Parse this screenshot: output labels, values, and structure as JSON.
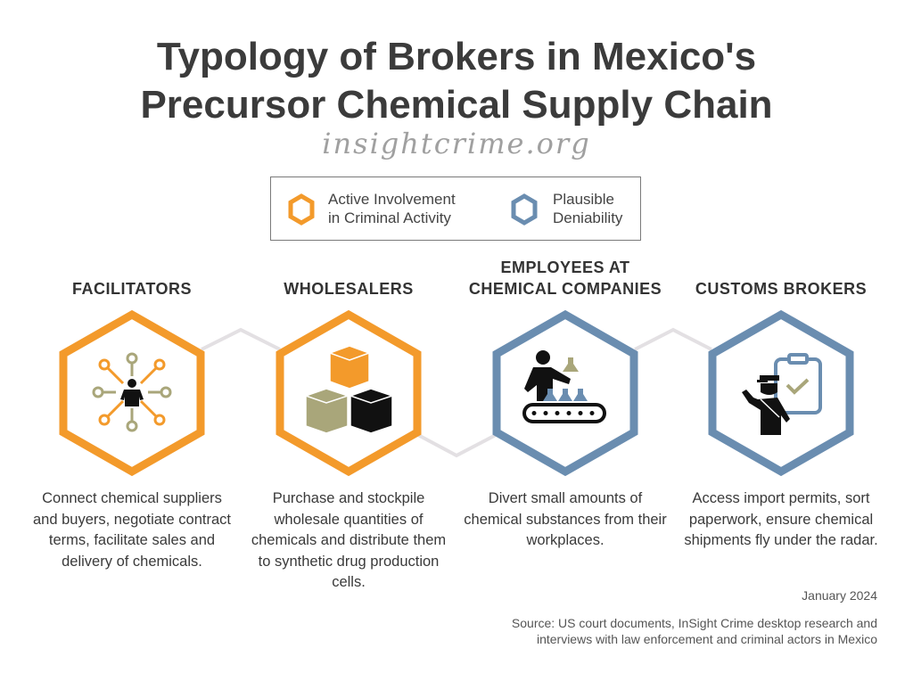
{
  "title_line1": "Typology of Brokers in Mexico's",
  "title_line2": "Precursor Chemical Supply Chain",
  "site": "insightcrime.org",
  "colors": {
    "active": "#F39A2B",
    "plausible": "#6A8DB0",
    "olive": "#A9A67A",
    "connector": "#E3E0E3"
  },
  "legend": {
    "active": {
      "line1": "Active Involvement",
      "line2": "in Criminal Activity"
    },
    "plausible": {
      "line1": "Plausible",
      "line2": "Deniability"
    }
  },
  "brokers": [
    {
      "heading": "FACILITATORS",
      "category": "active",
      "icon": "network-person-icon",
      "description": "Connect chemical suppliers and buyers, negotiate contract terms, facilitate sales and delivery of chemicals."
    },
    {
      "heading": "WHOLESALERS",
      "category": "active",
      "icon": "boxes-icon",
      "description": "Purchase and stockpile wholesale quantities of chemicals and distribute them to synthetic drug production cells."
    },
    {
      "heading": "EMPLOYEES AT CHEMICAL COMPANIES",
      "category": "plausible",
      "icon": "conveyor-worker-icon",
      "description": "Divert small amounts of chemical substances from their workplaces."
    },
    {
      "heading": "CUSTOMS BROKERS",
      "category": "plausible",
      "icon": "customs-officer-icon",
      "description": "Access import permits, sort paperwork, ensure chemical shipments fly under the radar."
    }
  ],
  "date": "January 2024",
  "source_line1": "Source: US court documents, InSight Crime desktop research and",
  "source_line2": "interviews with law enforcement and criminal actors in Mexico"
}
